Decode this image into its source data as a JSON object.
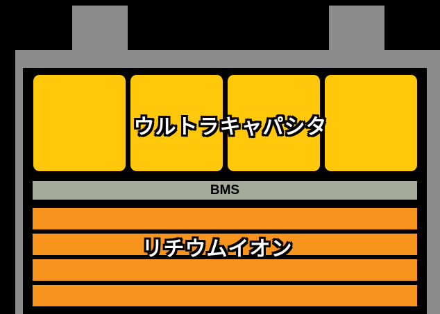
{
  "labels": {
    "capacitor": "ウルトラキャパシタ",
    "bms": "BMS",
    "lithium": "リチウムイオン"
  },
  "colors": {
    "background": "#000000",
    "casing": "#8c8c8c",
    "capacitor": "#ffc80b",
    "bms": "#a6aa9a",
    "lithium": "#f7941e",
    "label_text": "#ffffff",
    "label_outline": "#000000"
  },
  "structure": {
    "terminals": 2,
    "capacitor_cells": 4,
    "lithium_strips": 4
  }
}
